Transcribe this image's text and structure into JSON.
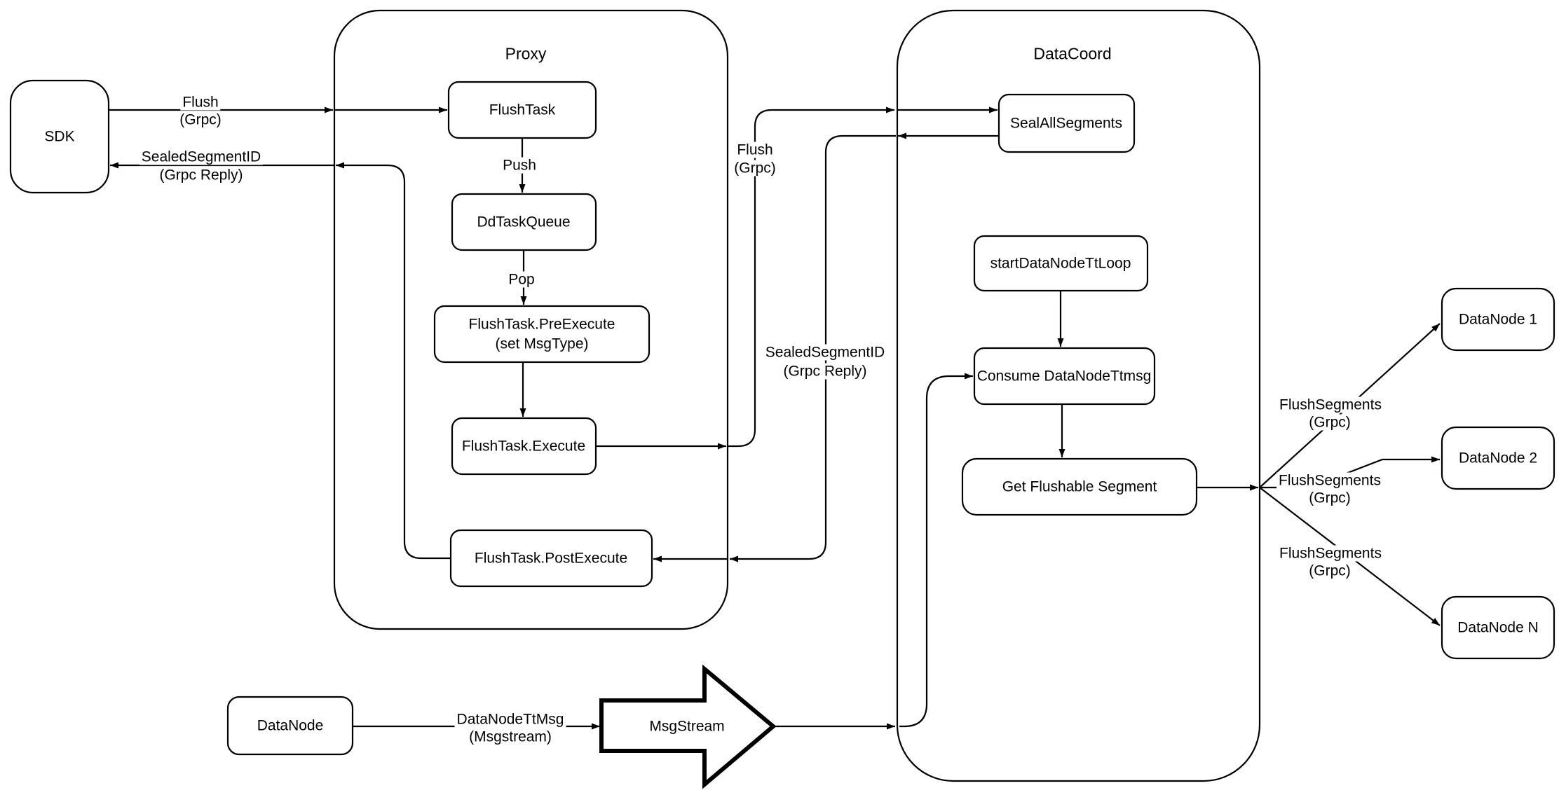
{
  "colors": {
    "stroke": "#000000",
    "background": "#ffffff"
  },
  "containers": {
    "proxy": {
      "title": "Proxy"
    },
    "datacoord": {
      "title": "DataCoord"
    }
  },
  "nodes": {
    "sdk": {
      "label": "SDK"
    },
    "flush_task": {
      "label": "FlushTask"
    },
    "dd_task_queue": {
      "label": "DdTaskQueue"
    },
    "pre_execute": {
      "line1": "FlushTask.PreExecute",
      "line2": "(set MsgType)"
    },
    "execute": {
      "label": "FlushTask.Execute"
    },
    "post_execute": {
      "label": "FlushTask.PostExecute"
    },
    "seal_all_segments": {
      "label": "SealAllSegments"
    },
    "start_datanode_tt_loop": {
      "label": "startDataNodeTtLoop"
    },
    "consume_datanode_ttmsg": {
      "label": "Consume DataNodeTtmsg"
    },
    "get_flushable_segment": {
      "label": "Get Flushable Segment"
    },
    "datanode_1": {
      "label": "DataNode 1"
    },
    "datanode_2": {
      "label": "DataNode 2"
    },
    "datanode_n": {
      "label": "DataNode N"
    },
    "datanode": {
      "label": "DataNode"
    },
    "msgstream": {
      "label": "MsgStream"
    }
  },
  "edge_labels": {
    "flush_sdk": {
      "line1": "Flush",
      "line2": "(Grpc)"
    },
    "sealed_sdk": {
      "line1": "SealedSegmentID",
      "line2": "(Grpc Reply)"
    },
    "push": {
      "label": "Push"
    },
    "pop": {
      "label": "Pop"
    },
    "flush_mid": {
      "line1": "Flush",
      "line2": "(Grpc)"
    },
    "sealed_mid": {
      "line1": "SealedSegmentID",
      "line2": "(Grpc Reply)"
    },
    "flush_segments_1": {
      "line1": "FlushSegments",
      "line2": "(Grpc)"
    },
    "flush_segments_2": {
      "line1": "FlushSegments",
      "line2": "(Grpc)"
    },
    "flush_segments_3": {
      "line1": "FlushSegments",
      "line2": "(Grpc)"
    },
    "datanode_tt_msg": {
      "line1": "DataNodeTtMsg",
      "line2": "(Msgstream)"
    }
  }
}
